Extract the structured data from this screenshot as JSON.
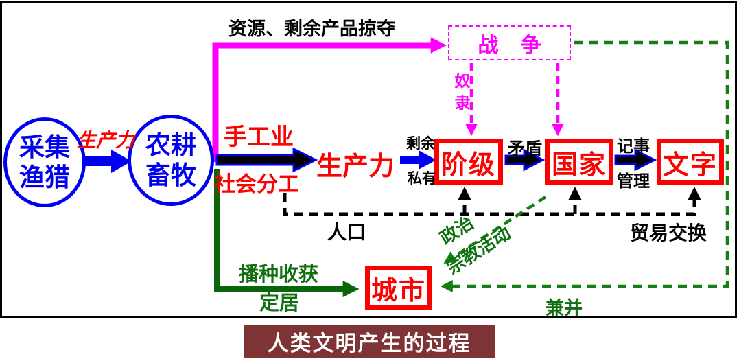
{
  "title": "人类文明产生的过程",
  "nodes": {
    "gathering": {
      "line1": "采集",
      "line2": "渔猎"
    },
    "farming": {
      "line1": "农耕",
      "line2": "畜牧"
    },
    "war": "战 争",
    "class": "阶级",
    "state": "国家",
    "writing": "文字",
    "city": "城市"
  },
  "labels": {
    "productivity1": "生产力",
    "plunder": "资源、剩余产品掠夺",
    "handicraft": "手工业",
    "division": "社会分工",
    "productivity2": "生产力",
    "surplus": "剩余",
    "private_own": "私有",
    "slaves": "奴隶",
    "contradiction": "矛盾",
    "record": "记事",
    "manage": "管理",
    "population": "人口",
    "trade": "贸易交换",
    "sow_harvest": "播种收获",
    "settle": "定居",
    "politics": "政治",
    "religion": "宗教活动",
    "annex": "兼并"
  },
  "colors": {
    "blue": "#0000f0",
    "red": "#ff0000",
    "magenta": "#ff00ff",
    "green_solid": "#0a650a",
    "green_dashed": "#148014",
    "black": "#000000",
    "title_bg": "#7e3434",
    "title_fg": "#ffffff"
  }
}
